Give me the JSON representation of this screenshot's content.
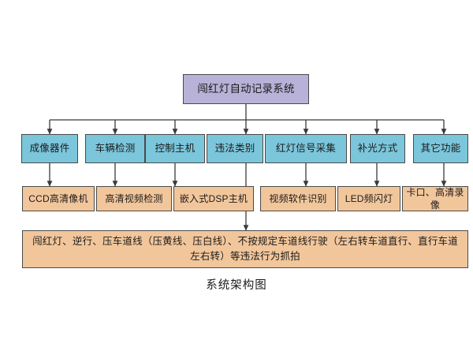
{
  "figure": {
    "caption": "系统架构图",
    "background_color": "#ffffff"
  },
  "colors": {
    "root_fill": "#b8b2d8",
    "level1_fill": "#7bc6db",
    "level2_fill": "#f2c69b",
    "border": "#4a4a4a",
    "connector": "#3a3a3a",
    "text": "#1b1b1b"
  },
  "root": {
    "label": "闯红灯自动记录系统"
  },
  "level1": [
    {
      "label": "成像器件"
    },
    {
      "label": "车辆检测"
    },
    {
      "label": "控制主机"
    },
    {
      "label": "违法类别"
    },
    {
      "label": "红灯信号采集"
    },
    {
      "label": "补光方式"
    },
    {
      "label": "其它功能"
    }
  ],
  "level2": [
    {
      "label": "CCD高清像机"
    },
    {
      "label": "高清视频检测"
    },
    {
      "label": "嵌入式DSP主机"
    },
    {
      "label": "视频软件识别"
    },
    {
      "label": "LED频闪灯"
    },
    {
      "label": "卡口、高清录像"
    }
  ],
  "detail": {
    "label": "闯红灯、逆行、压车道线（压黄线、压白线）、不按规定车道线行驶（左右转车道直行、直行车道左右转）等违法行为抓拍"
  }
}
